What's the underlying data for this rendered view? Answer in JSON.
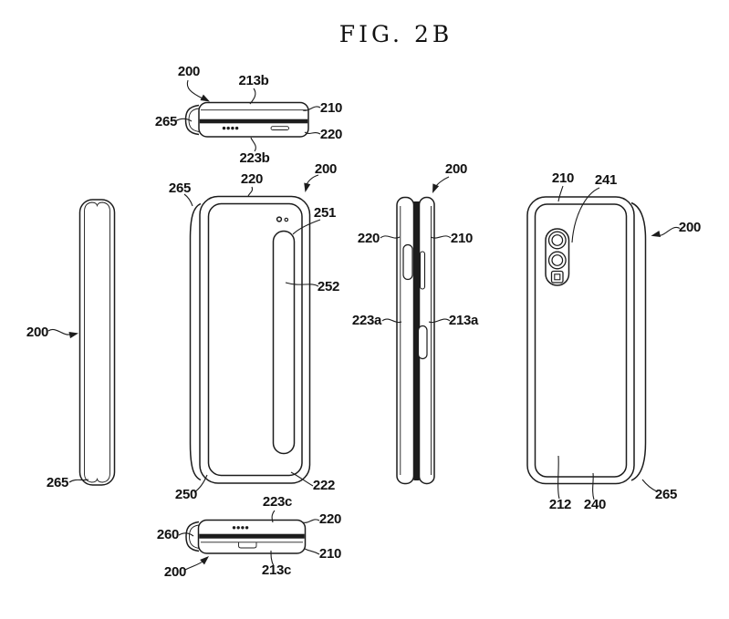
{
  "title": "FIG. 2B",
  "colors": {
    "line": "#1c1c1c",
    "background": "#ffffff"
  },
  "labels": {
    "top_200": "200",
    "top_213b": "213b",
    "top_265": "265",
    "top_210": "210",
    "top_220": "220",
    "top_223b": "223b",
    "leftbar_200": "200",
    "leftbar_265": "265",
    "front_265": "265",
    "front_220": "220",
    "front_200": "200",
    "front_251": "251",
    "front_252": "252",
    "front_250": "250",
    "front_222": "222",
    "bottom_223c": "223c",
    "bottom_220": "220",
    "bottom_260": "260",
    "bottom_210": "210",
    "bottom_213c": "213c",
    "bottom_200": "200",
    "side_200": "200",
    "side_220": "220",
    "side_210": "210",
    "side_223a": "223a",
    "side_213a": "213a",
    "back_210": "210",
    "back_241": "241",
    "back_200": "200",
    "back_212": "212",
    "back_240": "240",
    "back_265": "265"
  }
}
